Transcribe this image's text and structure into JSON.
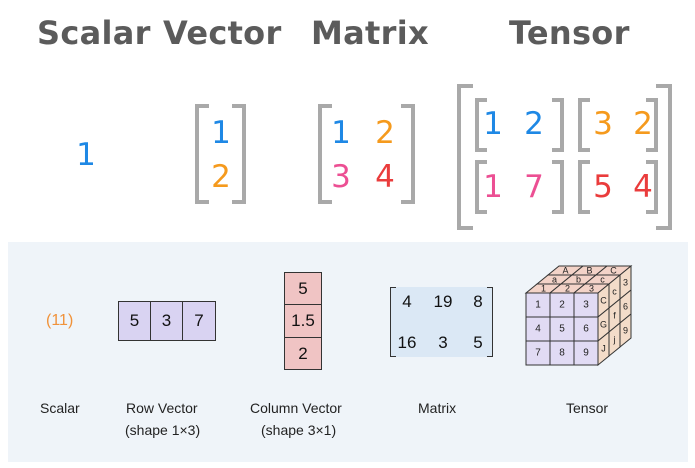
{
  "top": {
    "titles": {
      "scalar": "Scalar",
      "vector": "Vector",
      "matrix": "Matrix",
      "tensor": "Tensor"
    },
    "scalar_value": "1",
    "vector_values": [
      "1",
      "2"
    ],
    "matrix_values": [
      "1",
      "2",
      "3",
      "4"
    ],
    "tensor_values": [
      "1",
      "2",
      "3",
      "2",
      "1",
      "7",
      "5",
      "4"
    ]
  },
  "bottom": {
    "scalar": {
      "value": "(11)",
      "label": "Scalar"
    },
    "row_vector": {
      "values": [
        "5",
        "3",
        "7"
      ],
      "label": "Row Vector",
      "shape": "(shape 1×3)"
    },
    "column_vector": {
      "values": [
        "5",
        "1.5",
        "2"
      ],
      "label": "Column Vector",
      "shape": "(shape 3×1)"
    },
    "matrix": {
      "values": [
        "4",
        "19",
        "8",
        "16",
        "3",
        "5"
      ],
      "label": "Matrix"
    },
    "tensor": {
      "label": "Tensor",
      "front_values": [
        "1",
        "2",
        "3",
        "4",
        "5",
        "6",
        "7",
        "8",
        "9"
      ],
      "top_values": [
        "A",
        "B",
        "C",
        "a",
        "b",
        "c",
        "1",
        "2",
        "3"
      ],
      "side_values": [
        "C",
        "c",
        "3",
        "G",
        "f",
        "6",
        "J",
        "j",
        "9"
      ]
    }
  },
  "colors": {
    "blue": "#1e88e5",
    "orange": "#f59a1d",
    "pink": "#ec4f93",
    "red": "#ea3c3c",
    "title_gray": "#5b5b5b",
    "panel_bg": "#eff4f9",
    "row_vector_fill": "#d9d3f2",
    "column_vector_fill": "#f0c4c4",
    "matrix_fill": "#dbe8f5",
    "cube_front": "#e1dbf4",
    "cube_top": "#f3d3c8",
    "cube_side": "#f3dcc9"
  }
}
